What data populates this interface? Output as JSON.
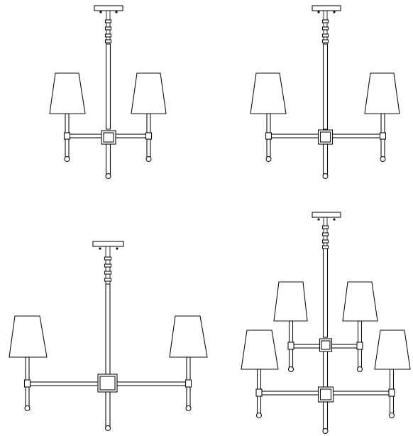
{
  "drawings": [
    {
      "id": "chandelier-2-light-small",
      "arms": 2
    },
    {
      "id": "chandelier-2-light-medium",
      "arms": 2
    },
    {
      "id": "chandelier-2-light-wide",
      "arms": 2
    },
    {
      "id": "chandelier-2-tier-4-light",
      "arms": 4
    }
  ],
  "colors": {
    "line": "#111111",
    "background": "#ffffff"
  }
}
